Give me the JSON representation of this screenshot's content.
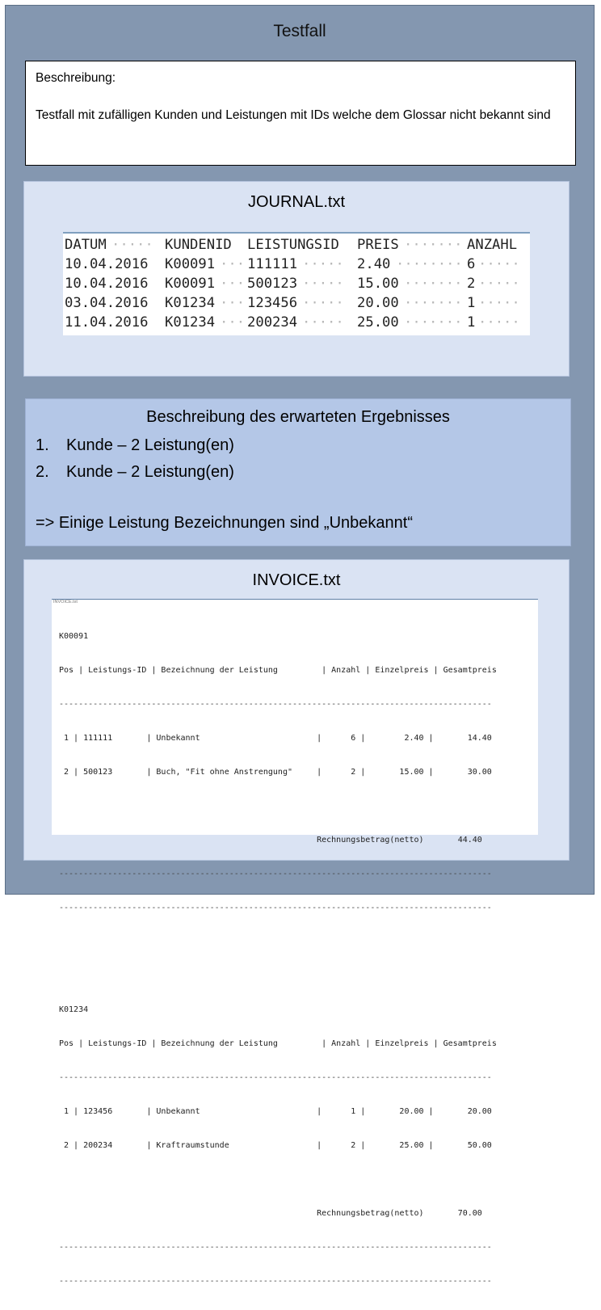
{
  "title": "Testfall",
  "description": {
    "label": "Beschreibung:",
    "text": "Testfall mit zufälligen Kunden und Leistungen mit IDs welche dem Glossar nicht bekannt sind"
  },
  "journal": {
    "title": "JOURNAL.txt",
    "headers": [
      "DATUM",
      "KUNDENID",
      "LEISTUNGSID",
      "PREIS",
      "ANZAHL"
    ],
    "rows": [
      [
        "10.04.2016",
        "K00091",
        "111111",
        "2.40",
        "6"
      ],
      [
        "10.04.2016",
        "K00091",
        "500123",
        "15.00",
        "2"
      ],
      [
        "03.04.2016",
        "K01234",
        "123456",
        "20.00",
        "1"
      ],
      [
        "11.04.2016",
        "K01234",
        "200234",
        "25.00",
        "1"
      ]
    ]
  },
  "expected": {
    "title": "Beschreibung des erwarteten Ergebnisses",
    "items": [
      {
        "num": "1.",
        "text": "Kunde – 2 Leistung(en)"
      },
      {
        "num": "2.",
        "text": "Kunde – 2 Leistung(en)"
      }
    ],
    "note": "=> Einige Leistung Bezeichnungen sind „Unbekannt“"
  },
  "invoice": {
    "title": "INVOICE.txt",
    "file_label": "INVOICE.txt",
    "customers": [
      {
        "id": "K00091",
        "header": "Pos | Leistungs-ID | Bezeichnung der Leistung         | Anzahl | Einzelpreis | Gesamtpreis",
        "lines": [
          " 1 | 111111       | Unbekannt                        |      6 |        2.40 |       14.40",
          " 2 | 500123       | Buch, \"Fit ohne Anstrengung\"     |      2 |       15.00 |       30.00"
        ],
        "total_label": "Rechnungsbetrag(netto)",
        "total": "44.40"
      },
      {
        "id": "K01234",
        "header": "Pos | Leistungs-ID | Bezeichnung der Leistung         | Anzahl | Einzelpreis | Gesamtpreis",
        "lines": [
          " 1 | 123456       | Unbekannt                        |      1 |       20.00 |       20.00",
          " 2 | 200234       | Kraftraumstunde                  |      2 |       25.00 |       50.00"
        ],
        "total_label": "Rechnungsbetrag(netto)",
        "total": "70.00"
      }
    ]
  }
}
